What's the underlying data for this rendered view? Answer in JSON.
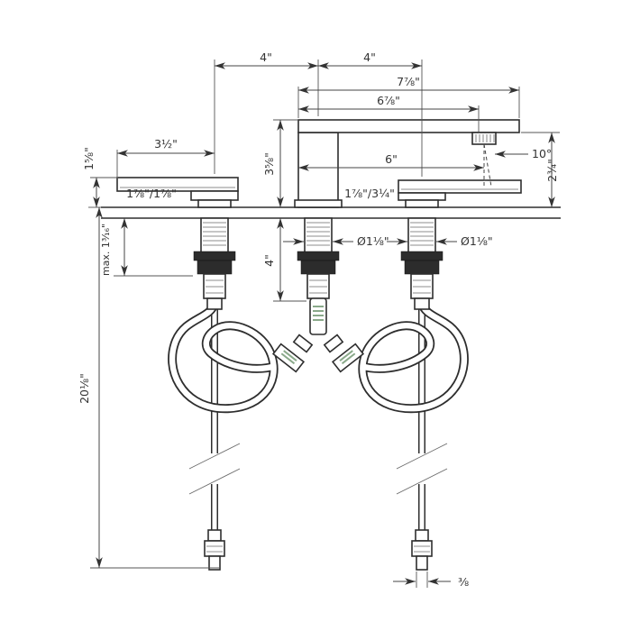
{
  "drawing": {
    "dims": {
      "spacing_left": "4\"",
      "spacing_right": "4\"",
      "spout_overall": "7⅞\"",
      "spout_to_aerator": "6⅞\"",
      "handle_reach": "3½\"",
      "spout_reach": "6\"",
      "spray_angle": "10°",
      "handle_height": "1⅝\"",
      "spout_height": "3⅝\"",
      "aerator_height": "2¾\"",
      "left_handle_dims": "1⅞\"/1⅞\"",
      "center_dims": "1⅞\"/3¼\"",
      "hole_dia_center": "Ø1⅛\"",
      "hole_dia_right": "Ø1⅛\"",
      "shank_length": "4\"",
      "max_deck_thickness": "max. 1³⁄₁₆\"",
      "supply_length": "20⅛\"",
      "supply_dia": "⅜"
    }
  }
}
